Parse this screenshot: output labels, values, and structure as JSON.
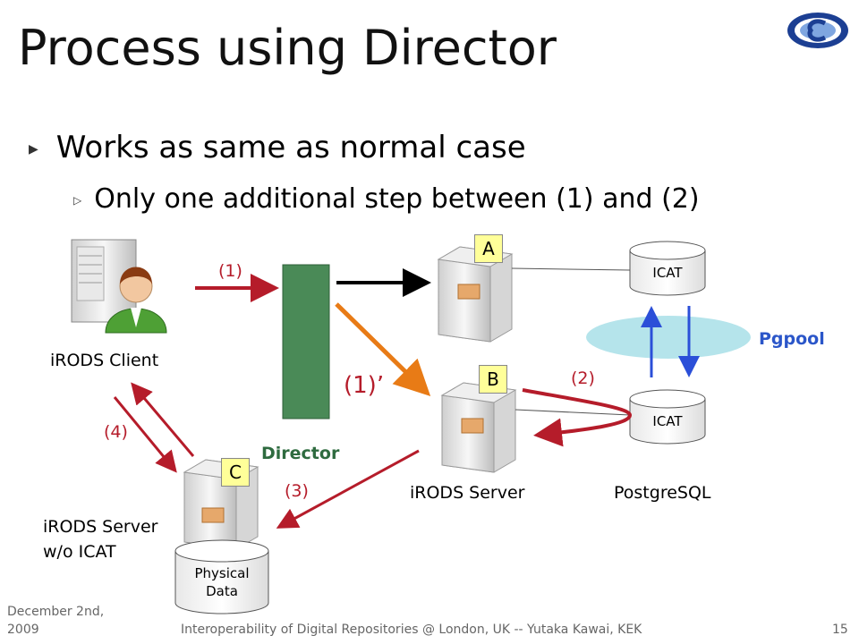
{
  "slide": {
    "title": "Process using Director",
    "bullet1": "Works as same as normal case",
    "bullet2": "Only one additional step between (1) and (2)"
  },
  "diagram": {
    "client_label": "iRODS Client",
    "director_label": "Director",
    "server_label": "iRODS Server",
    "server_noicat_label_line1": "iRODS Server",
    "server_noicat_label_line2": "w/o ICAT",
    "postgres_label": "PostgreSQL",
    "pgpool_label": "Pgpool",
    "icat_top": "ICAT",
    "icat_bottom": "ICAT",
    "physical_data_line1": "Physical",
    "physical_data_line2": "Data",
    "badge_a": "A",
    "badge_b": "B",
    "badge_c": "C",
    "step1": "(1)",
    "step1_prime": "(1)’",
    "step2": "(2)",
    "step3": "(3)",
    "step4": "(4)"
  },
  "colors": {
    "arrow_red": "#b51c2a",
    "arrow_orange": "#e87b16",
    "arrow_blue": "#2b4fd8",
    "director_green": "#4a8a57",
    "pgpool_cyan": "#a8dfe8",
    "badge_yellow": "#ffff99"
  },
  "footer": {
    "date_line1": "December 2nd,",
    "date_line2": "2009",
    "center": "Interoperability of Digital Repositories @ London, UK -- Yutaka Kawai, KEK",
    "page": "15"
  }
}
